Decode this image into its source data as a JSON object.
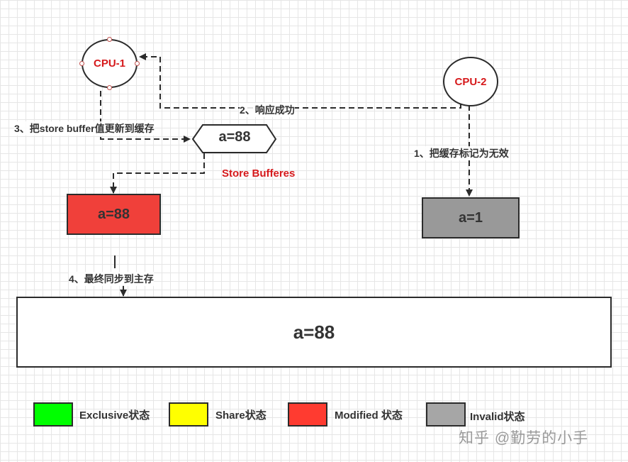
{
  "nodes": {
    "cpu1": "CPU-1",
    "cpu2": "CPU-2",
    "store_buffer": "a=88",
    "store_buffer_caption": "Store Bufferes",
    "cpu1_cache": "a=88",
    "cpu2_cache": "a=1",
    "main_memory": "a=88"
  },
  "steps": {
    "step1": "1、把缓存标记为无效",
    "step2": "2、响应成功",
    "step3": "3、把store buffer值更新到缓存",
    "step4": "4、最终同步到主存"
  },
  "legend": [
    {
      "label": "Exclusive状态",
      "color": "#00ff00"
    },
    {
      "label": "Share状态",
      "color": "#ffff00"
    },
    {
      "label": "Modified 状态",
      "color": "#ff3b30"
    },
    {
      "label": "Invalid状态",
      "color": "#a6a6a6"
    }
  ],
  "colors": {
    "modified": "#f0403a",
    "invalid": "#999999",
    "cpu_text": "#d6191b"
  },
  "watermark": "知乎 @勤劳的小手"
}
